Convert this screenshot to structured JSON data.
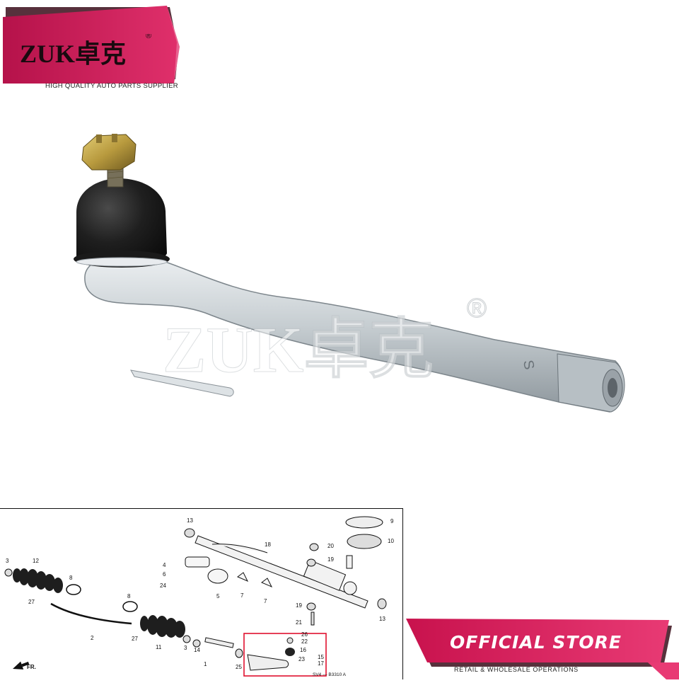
{
  "brand": {
    "name": "ZUK卓克",
    "registered_mark": "®",
    "tagline": "HIGH QUALITY AUTO PARTS SUPPLIER"
  },
  "product": {
    "watermark": "ZUK卓克",
    "watermark_mark": "®",
    "part_stamp": "S"
  },
  "diagram": {
    "footer_code": "SV4 — B3310 A",
    "direction_label": "FR.",
    "callouts": [
      "1",
      "2",
      "3",
      "3",
      "4",
      "5",
      "6",
      "7",
      "7",
      "8",
      "8",
      "9",
      "10",
      "11",
      "12",
      "13",
      "13",
      "14",
      "15",
      "16",
      "17",
      "18",
      "19",
      "19",
      "20",
      "21",
      "22",
      "23",
      "24",
      "25",
      "26",
      "27",
      "27"
    ]
  },
  "store": {
    "label": "OFFICIAL STORE",
    "sublabel": "RETAIL & WHOLESALE OPERATIONS"
  },
  "colors": {
    "brand_pink": "#d81c5a",
    "brand_dark": "#3a0d1a",
    "highlight_red": "#e0102e",
    "metal": "#c6ccd0",
    "rubber": "#1c1c1c",
    "brass": "#b89a3e"
  }
}
